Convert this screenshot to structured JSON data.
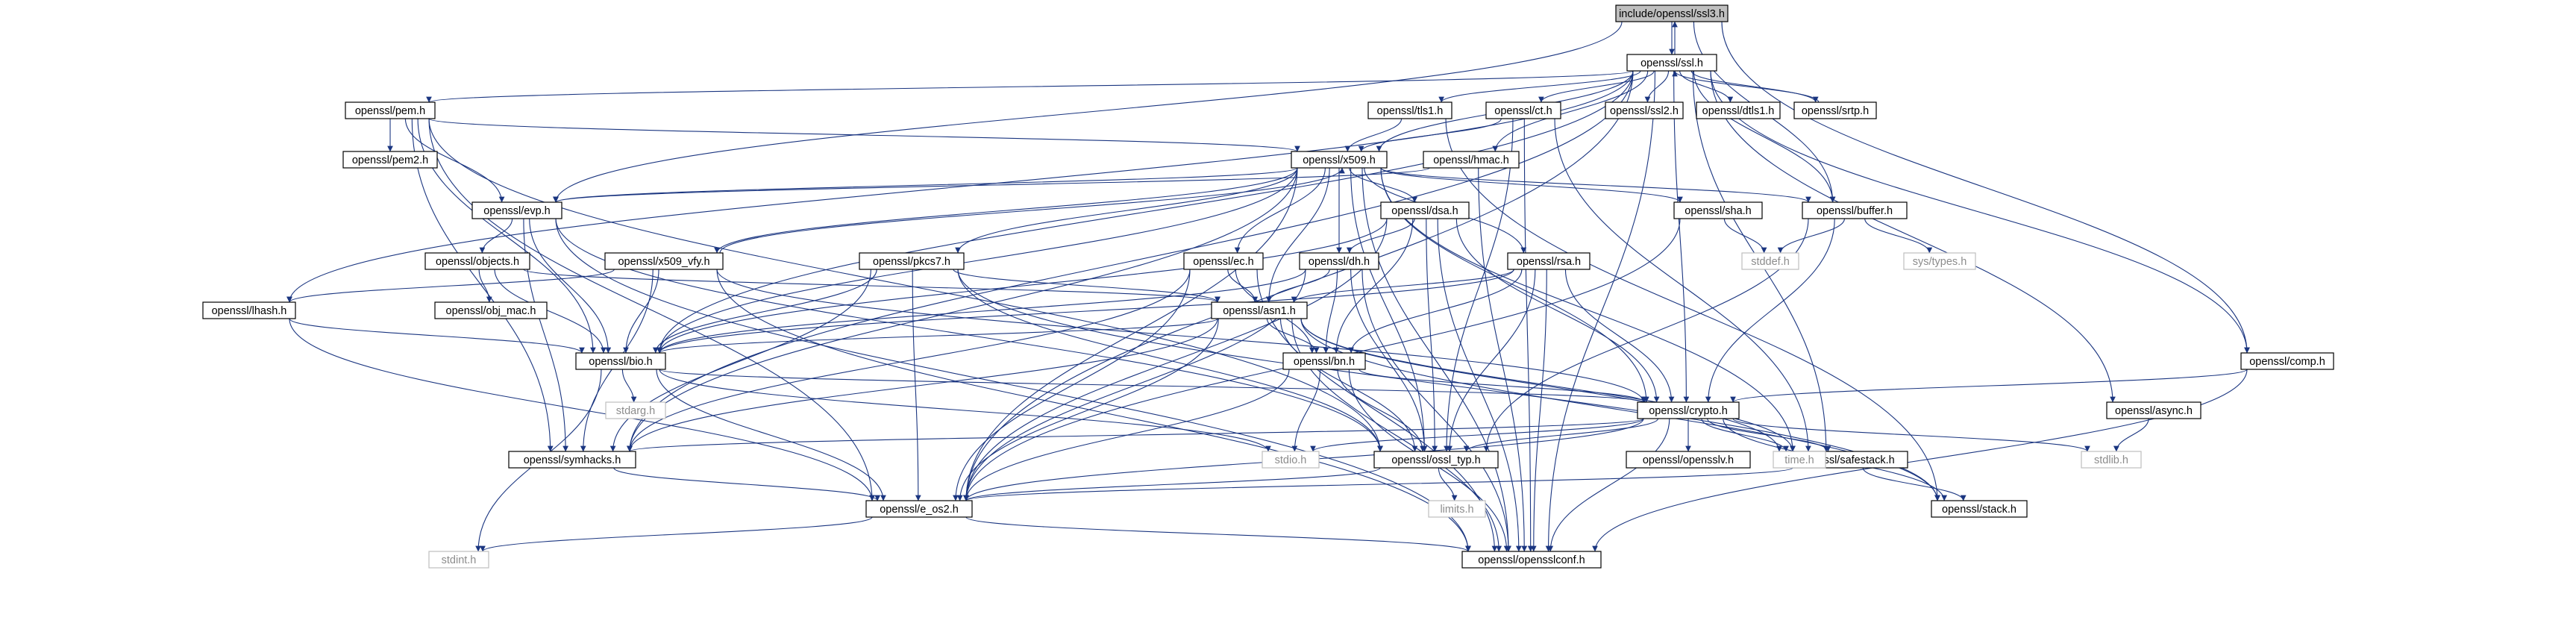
{
  "diagram": {
    "type": "include-dependency-graph",
    "colors": {
      "edge": "#1a3580",
      "root_fill": "#bfbfbf",
      "node_border": "#000000",
      "external_border": "#bfbfbf",
      "external_text": "#8c8c8c"
    },
    "nodes": [
      {
        "id": "ssl3",
        "label": "include/openssl/ssl3.h",
        "kind": "root"
      },
      {
        "id": "ssl",
        "label": "openssl/ssl.h",
        "kind": "file"
      },
      {
        "id": "pem",
        "label": "openssl/pem.h",
        "kind": "file"
      },
      {
        "id": "pem2",
        "label": "openssl/pem2.h",
        "kind": "file"
      },
      {
        "id": "tls1",
        "label": "openssl/tls1.h",
        "kind": "file"
      },
      {
        "id": "ct",
        "label": "openssl/ct.h",
        "kind": "file"
      },
      {
        "id": "ssl2",
        "label": "openssl/ssl2.h",
        "kind": "file"
      },
      {
        "id": "dtls1",
        "label": "openssl/dtls1.h",
        "kind": "file"
      },
      {
        "id": "srtp",
        "label": "openssl/srtp.h",
        "kind": "file"
      },
      {
        "id": "x509",
        "label": "openssl/x509.h",
        "kind": "file"
      },
      {
        "id": "hmac",
        "label": "openssl/hmac.h",
        "kind": "file"
      },
      {
        "id": "evp",
        "label": "openssl/evp.h",
        "kind": "file"
      },
      {
        "id": "dsa",
        "label": "openssl/dsa.h",
        "kind": "file"
      },
      {
        "id": "sha",
        "label": "openssl/sha.h",
        "kind": "file"
      },
      {
        "id": "buffer",
        "label": "openssl/buffer.h",
        "kind": "file"
      },
      {
        "id": "objects",
        "label": "openssl/objects.h",
        "kind": "file"
      },
      {
        "id": "obj_mac",
        "label": "openssl/obj_mac.h",
        "kind": "file"
      },
      {
        "id": "x509_vfy",
        "label": "openssl/x509_vfy.h",
        "kind": "file"
      },
      {
        "id": "lhash",
        "label": "openssl/lhash.h",
        "kind": "file"
      },
      {
        "id": "pkcs7",
        "label": "openssl/pkcs7.h",
        "kind": "file"
      },
      {
        "id": "ec",
        "label": "openssl/ec.h",
        "kind": "file"
      },
      {
        "id": "dh",
        "label": "openssl/dh.h",
        "kind": "file"
      },
      {
        "id": "rsa",
        "label": "openssl/rsa.h",
        "kind": "file"
      },
      {
        "id": "asn1",
        "label": "openssl/asn1.h",
        "kind": "file"
      },
      {
        "id": "bio",
        "label": "openssl/bio.h",
        "kind": "file"
      },
      {
        "id": "bn",
        "label": "openssl/bn.h",
        "kind": "file"
      },
      {
        "id": "crypto",
        "label": "openssl/crypto.h",
        "kind": "file"
      },
      {
        "id": "comp",
        "label": "openssl/comp.h",
        "kind": "file"
      },
      {
        "id": "async",
        "label": "openssl/async.h",
        "kind": "file"
      },
      {
        "id": "symhacks",
        "label": "openssl/symhacks.h",
        "kind": "file"
      },
      {
        "id": "ossl_typ",
        "label": "openssl/ossl_typ.h",
        "kind": "file"
      },
      {
        "id": "opensslv",
        "label": "openssl/opensslv.h",
        "kind": "file"
      },
      {
        "id": "safestack",
        "label": "openssl/safestack.h",
        "kind": "file"
      },
      {
        "id": "e_os2",
        "label": "openssl/e_os2.h",
        "kind": "file"
      },
      {
        "id": "stack",
        "label": "openssl/stack.h",
        "kind": "file"
      },
      {
        "id": "opensslconf",
        "label": "openssl/opensslconf.h",
        "kind": "file"
      },
      {
        "id": "stddef",
        "label": "stddef.h",
        "kind": "external"
      },
      {
        "id": "systypes",
        "label": "sys/types.h",
        "kind": "external"
      },
      {
        "id": "stdarg",
        "label": "stdarg.h",
        "kind": "external"
      },
      {
        "id": "stdio",
        "label": "stdio.h",
        "kind": "external"
      },
      {
        "id": "limits",
        "label": "limits.h",
        "kind": "external"
      },
      {
        "id": "time",
        "label": "time.h",
        "kind": "external"
      },
      {
        "id": "stdlib",
        "label": "stdlib.h",
        "kind": "external"
      },
      {
        "id": "stdint",
        "label": "stdint.h",
        "kind": "external"
      }
    ],
    "edges": [
      [
        "ssl3",
        "ssl"
      ],
      [
        "ssl3",
        "evp"
      ],
      [
        "ssl3",
        "buffer"
      ],
      [
        "ssl3",
        "comp"
      ],
      [
        "ssl",
        "ssl3"
      ],
      [
        "ssl",
        "pem"
      ],
      [
        "ssl",
        "tls1"
      ],
      [
        "ssl",
        "ct"
      ],
      [
        "ssl",
        "ssl2"
      ],
      [
        "ssl",
        "dtls1"
      ],
      [
        "ssl",
        "srtp"
      ],
      [
        "ssl",
        "x509"
      ],
      [
        "ssl",
        "hmac"
      ],
      [
        "ssl",
        "buffer"
      ],
      [
        "ssl",
        "lhash"
      ],
      [
        "ssl",
        "bio"
      ],
      [
        "ssl",
        "symhacks"
      ],
      [
        "ssl",
        "e_os2"
      ],
      [
        "ssl",
        "crypto"
      ],
      [
        "ssl",
        "safestack"
      ],
      [
        "ssl",
        "comp"
      ],
      [
        "ssl",
        "async"
      ],
      [
        "ssl",
        "opensslconf"
      ],
      [
        "pem",
        "pem2"
      ],
      [
        "pem",
        "evp"
      ],
      [
        "pem",
        "x509"
      ],
      [
        "pem",
        "bio"
      ],
      [
        "pem",
        "symhacks"
      ],
      [
        "pem",
        "e_os2"
      ],
      [
        "pem",
        "ossl_typ"
      ],
      [
        "tls1",
        "x509"
      ],
      [
        "tls1",
        "stack"
      ],
      [
        "ct",
        "x509"
      ],
      [
        "ct",
        "safestack"
      ],
      [
        "ct",
        "ossl_typ"
      ],
      [
        "ct",
        "opensslconf"
      ],
      [
        "srtp",
        "ssl"
      ],
      [
        "x509",
        "evp"
      ],
      [
        "x509",
        "bio"
      ],
      [
        "x509",
        "buffer"
      ],
      [
        "x509",
        "sha"
      ],
      [
        "x509",
        "dsa"
      ],
      [
        "x509",
        "x509_vfy"
      ],
      [
        "x509",
        "pkcs7"
      ],
      [
        "x509",
        "ec"
      ],
      [
        "x509",
        "dh"
      ],
      [
        "x509",
        "rsa"
      ],
      [
        "x509",
        "asn1"
      ],
      [
        "x509",
        "ossl_typ"
      ],
      [
        "x509",
        "safestack"
      ],
      [
        "x509",
        "e_os2"
      ],
      [
        "x509",
        "symhacks"
      ],
      [
        "x509",
        "opensslconf"
      ],
      [
        "x509",
        "crypto"
      ],
      [
        "hmac",
        "evp"
      ],
      [
        "hmac",
        "opensslconf"
      ],
      [
        "evp",
        "objects"
      ],
      [
        "evp",
        "bio"
      ],
      [
        "evp",
        "symhacks"
      ],
      [
        "evp",
        "ossl_typ"
      ],
      [
        "evp",
        "opensslconf"
      ],
      [
        "dsa",
        "bio"
      ],
      [
        "dsa",
        "dh"
      ],
      [
        "dsa",
        "bn"
      ],
      [
        "dsa",
        "crypto"
      ],
      [
        "dsa",
        "ossl_typ"
      ],
      [
        "dsa",
        "e_os2"
      ],
      [
        "dsa",
        "opensslconf"
      ],
      [
        "sha",
        "stddef"
      ],
      [
        "sha",
        "e_os2"
      ],
      [
        "buffer",
        "stddef"
      ],
      [
        "buffer",
        "systypes"
      ],
      [
        "buffer",
        "ossl_typ"
      ],
      [
        "buffer",
        "crypto"
      ],
      [
        "objects",
        "obj_mac"
      ],
      [
        "objects",
        "bio"
      ],
      [
        "objects",
        "asn1"
      ],
      [
        "x509_vfy",
        "x509"
      ],
      [
        "x509_vfy",
        "lhash"
      ],
      [
        "x509_vfy",
        "bio"
      ],
      [
        "x509_vfy",
        "crypto"
      ],
      [
        "x509_vfy",
        "symhacks"
      ],
      [
        "x509_vfy",
        "opensslconf"
      ],
      [
        "lhash",
        "bio"
      ],
      [
        "lhash",
        "e_os2"
      ],
      [
        "pkcs7",
        "asn1"
      ],
      [
        "pkcs7",
        "bio"
      ],
      [
        "pkcs7",
        "e_os2"
      ],
      [
        "pkcs7",
        "symhacks"
      ],
      [
        "pkcs7",
        "ossl_typ"
      ],
      [
        "pkcs7",
        "stack"
      ],
      [
        "ec",
        "asn1"
      ],
      [
        "ec",
        "bn"
      ],
      [
        "ec",
        "e_os2"
      ],
      [
        "ec",
        "symhacks"
      ],
      [
        "ec",
        "opensslconf"
      ],
      [
        "dh",
        "asn1"
      ],
      [
        "dh",
        "bio"
      ],
      [
        "dh",
        "bn"
      ],
      [
        "dh",
        "e_os2"
      ],
      [
        "dh",
        "ossl_typ"
      ],
      [
        "dh",
        "opensslconf"
      ],
      [
        "rsa",
        "asn1"
      ],
      [
        "rsa",
        "bio"
      ],
      [
        "rsa",
        "bn"
      ],
      [
        "rsa",
        "crypto"
      ],
      [
        "rsa",
        "ossl_typ"
      ],
      [
        "rsa",
        "opensslconf"
      ],
      [
        "asn1",
        "bio"
      ],
      [
        "asn1",
        "bn"
      ],
      [
        "asn1",
        "safestack"
      ],
      [
        "asn1",
        "e_os2"
      ],
      [
        "asn1",
        "symhacks"
      ],
      [
        "asn1",
        "ossl_typ"
      ],
      [
        "asn1",
        "opensslconf"
      ],
      [
        "asn1",
        "time"
      ],
      [
        "asn1",
        "stack"
      ],
      [
        "bio",
        "stdarg"
      ],
      [
        "bio",
        "crypto"
      ],
      [
        "bio",
        "e_os2"
      ],
      [
        "bio",
        "stdint"
      ],
      [
        "bio",
        "stdio"
      ],
      [
        "bn",
        "e_os2"
      ],
      [
        "bn",
        "stdio"
      ],
      [
        "bn",
        "ossl_typ"
      ],
      [
        "bn",
        "crypto"
      ],
      [
        "bn",
        "opensslconf"
      ],
      [
        "crypto",
        "e_os2"
      ],
      [
        "crypto",
        "safestack"
      ],
      [
        "crypto",
        "opensslv"
      ],
      [
        "crypto",
        "ossl_typ"
      ],
      [
        "crypto",
        "opensslconf"
      ],
      [
        "crypto",
        "symhacks"
      ],
      [
        "crypto",
        "stdlib"
      ],
      [
        "crypto",
        "stdio"
      ],
      [
        "crypto",
        "time"
      ],
      [
        "crypto",
        "stack"
      ],
      [
        "comp",
        "crypto"
      ],
      [
        "comp",
        "opensslconf"
      ],
      [
        "async",
        "stdlib"
      ],
      [
        "symhacks",
        "e_os2"
      ],
      [
        "ossl_typ",
        "e_os2"
      ],
      [
        "ossl_typ",
        "limits"
      ],
      [
        "safestack",
        "stack"
      ],
      [
        "safestack",
        "e_os2"
      ],
      [
        "e_os2",
        "opensslconf"
      ],
      [
        "e_os2",
        "stdint"
      ]
    ]
  }
}
